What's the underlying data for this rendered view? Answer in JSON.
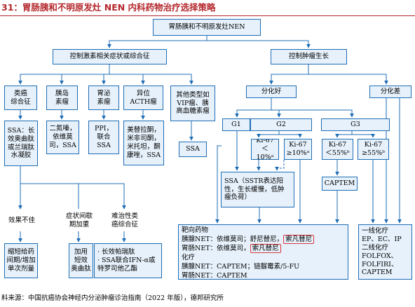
{
  "title": "31：胃肠胰和不明原发灶 NEN 内科药物治疗选择策略",
  "source": "料来源：中国抗癌协会神经内分泌肿瘤诊治指南（2022 年版），德邦研究所",
  "colors": {
    "title": "#b4282d",
    "box_border": "#1f6db5",
    "box_fill": "#e6f1fb",
    "highlight": "#d9383c"
  },
  "nodes": {
    "root": "胃肠胰和不明原发灶NEN",
    "control_symptoms": "控制激素相关症状或综合征",
    "control_growth": "控制肿瘤生长",
    "carcinoid": "类癌\n综合征",
    "insulinoma": "胰岛\n素瘤",
    "gastrinoma": "胃泌\n素瘤",
    "ectopic_acth": "异位\nACTH瘤",
    "other_tumors": "其他类型如\nVIP瘤、胰\n高血糖素瘤",
    "carcinoid_drug": "SSA：长\n效奥曲肽\n或兰瑞肽\n水凝胶",
    "insulinoma_drug": "二氮嗪，\n依维莫\n司，SSA",
    "gastrinoma_drug": "PPI，\n联合\nSSA",
    "acth_drug": "美替拉酮，\n米非司酮，\n米托坦，酮\n康唑，SSA",
    "other_drug": "SSA",
    "well_diff": "分化好",
    "poor_diff": "分化差",
    "g1": "G1",
    "g2": "G2",
    "g3": "G3",
    "g2_ki_low": "Ki-67\n＜10%ᵃ",
    "g2_ki_high": "Ki-67\n≥10%ᵃ",
    "g3_ki_low": "Ki-67\n＜55%ᵇ",
    "g3_ki_high": "Ki-67\n≥55%ᵇ",
    "ssa_box": "SSA（SSTR表达阳\n性，生长缓慢，低肿\n瘤负荷）",
    "captem": "CAPTEM",
    "poor_effect": "效果不佳",
    "symptom_worse": "症状间歇\n期加重",
    "refractory": "难治性类\n癌综合征",
    "shorten_interval": "缩短给药\n间期/增加\n单次剂量",
    "add_octreotide": "加用\n短效\n奥曲肽",
    "refractory_options": "· 长效帕瑞肽\n· SSA联合IFN-α或\n   特罗司他乙酯",
    "chemo": "一线化疗\nEP、EC、IP\n二线化疗\nFOLFOX、\nFOLFIRI、\nCAPTEM"
  },
  "targeted": {
    "line1": "靶向药物",
    "line2_prefix": "胰腺NET：依维莫司；舒尼替尼，",
    "line2_highlight": "索凡替尼",
    "line3_prefix": "胃肠NET：依维莫司，",
    "line3_highlight": "索凡替尼",
    "line4": "化疗",
    "line5": "胰腺NET：CAPTEM；链脲霉素/5-FU",
    "line6": "胃肠NET：CAPTEM"
  }
}
